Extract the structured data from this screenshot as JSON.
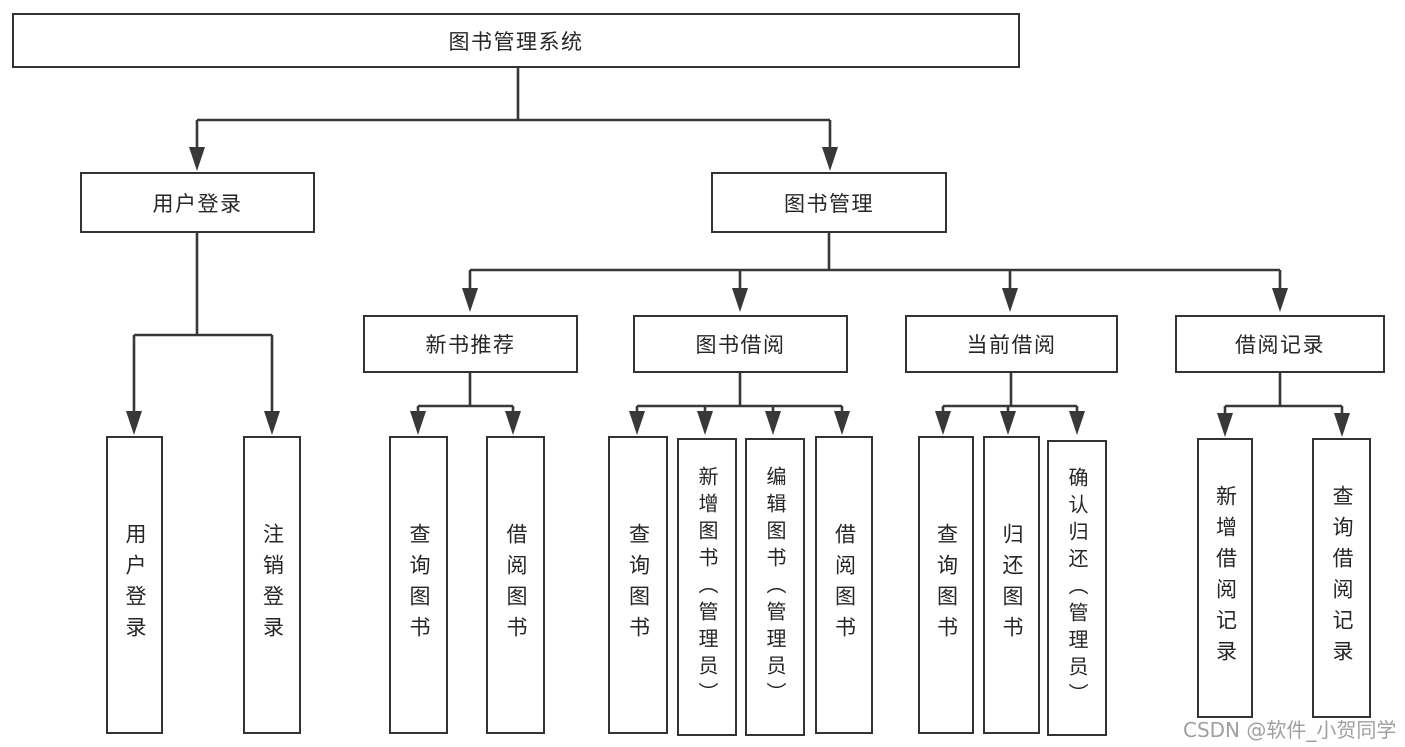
{
  "diagram": {
    "root": "图书管理系统",
    "level2": {
      "user_login": "用户登录",
      "book_mgmt": "图书管理"
    },
    "level3": {
      "new_books": "新书推荐",
      "book_borrow": "图书借阅",
      "current_borrow": "当前借阅",
      "borrow_records": "借阅记录"
    },
    "leaves": {
      "user_login_leaf": "用户登录",
      "logout": "注销登录",
      "rec_query": "查询图书",
      "rec_borrow": "借阅图书",
      "bb_query": "查询图书",
      "bb_add": "新增图书（管理员）",
      "bb_edit": "编辑图书（管理员）",
      "bb_borrow": "借阅图书",
      "cb_query": "查询图书",
      "cb_return": "归还图书",
      "cb_confirm": "确认归还（管理员）",
      "br_add": "新增借阅记录",
      "br_query": "查询借阅记录"
    },
    "watermark": "CSDN @软件_小贺同学",
    "colors": {
      "line": "#383838",
      "box_border": "#333333",
      "text": "#262626",
      "background": "#ffffff",
      "watermark": "#a0a0a0"
    }
  }
}
